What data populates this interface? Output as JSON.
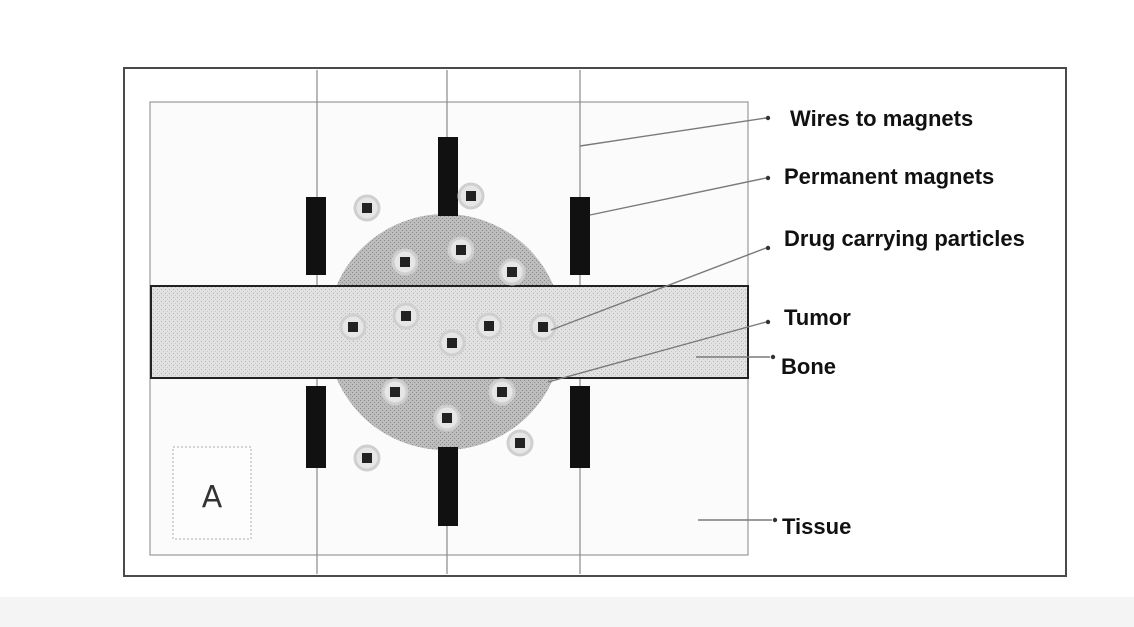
{
  "diagram": {
    "panel_label": "A",
    "labels": {
      "wires": "Wires to magnets",
      "magnets": "Permanent magnets",
      "particles": "Drug carrying particles",
      "tumor": "Tumor",
      "bone": "Bone",
      "tissue": "Tissue"
    },
    "colors": {
      "frame": "#4a4a4a",
      "tissue_fill": "#fbfbfb",
      "tumor_fill": "#b8b8b8",
      "bone_fill": "#dcdcdc",
      "magnet_fill": "#111111",
      "particle_ring": "#cfcfcf",
      "particle_core": "#222222",
      "leader_line": "#7a7a7a",
      "background_band": "#f4f4f4"
    },
    "particle_count": 15,
    "magnet_count": 6
  }
}
